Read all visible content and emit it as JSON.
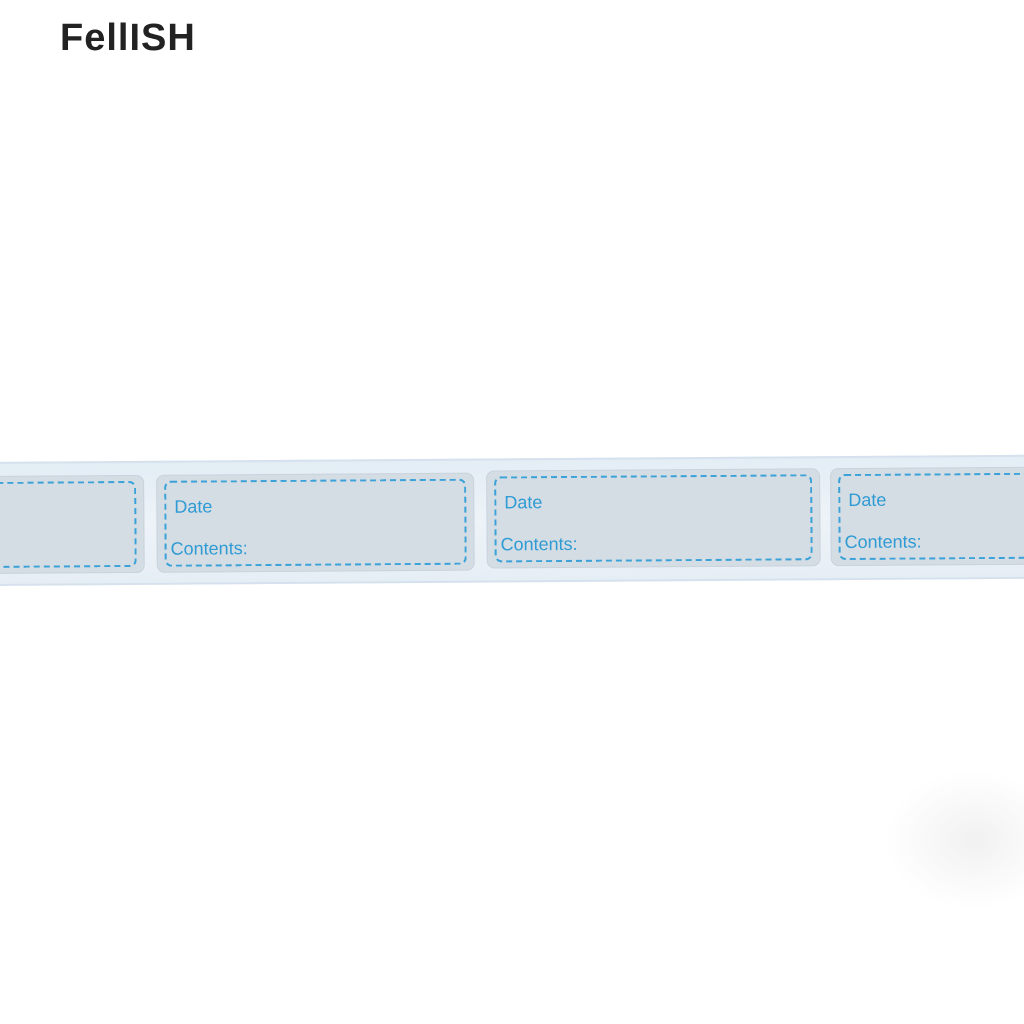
{
  "brand": {
    "text": "FellISH"
  },
  "stickers": [
    {
      "date_label": "",
      "contents_label": ""
    },
    {
      "date_label": "Date",
      "contents_label": "Contents:"
    },
    {
      "date_label": "Date",
      "contents_label": "Contents:"
    },
    {
      "date_label": "Date",
      "contents_label": "Contents:"
    }
  ],
  "colors": {
    "print": "#2f9bd3",
    "dash": "#3aa2d8",
    "sticker": "#d4dce4",
    "tape": "#e8f0f6",
    "brand": "#222222"
  }
}
